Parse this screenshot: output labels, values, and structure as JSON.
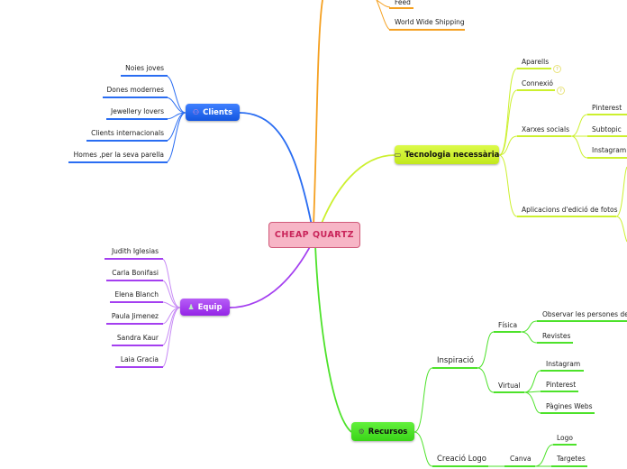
{
  "central": "CHEAP QUARTZ",
  "colors": {
    "clients": "#2a6df2",
    "equip": "#a43ff0",
    "tecnologia": "#ccf02e",
    "recursos": "#4de22a",
    "orange": "#f5a020"
  },
  "top_branch": {
    "items": [
      "Feed",
      "World Wide Shipping"
    ]
  },
  "clients": {
    "label": "Clients",
    "icon": "people-icon",
    "items": [
      "Noies joves",
      "Dones modernes",
      "Jewellery lovers",
      "Clients internacionals",
      "Homes ,per la seva parella"
    ]
  },
  "equip": {
    "label": "Equip",
    "icon": "person-icon",
    "items": [
      "Judith Iglesias",
      "Carla Bonifasi",
      "Elena Blanch",
      "Paula Jimenez",
      "Sandra Kaur",
      "Laia Gracia"
    ]
  },
  "tecnologia": {
    "label": "Tecnologia necessària",
    "icon": "computer-icon",
    "items": [
      "Aparells",
      "Connexió",
      "Xarxes socials",
      "Aplicacions d'edició de fotos"
    ],
    "xarxes": [
      "Pinterest",
      "Subtopic",
      "Instagram"
    ]
  },
  "recursos": {
    "label": "Recursos",
    "icon": "gear-icon",
    "inspiracio": "Inspiració",
    "fisica": "Física",
    "fisica_items": [
      "Observar les persones del",
      "Revistes"
    ],
    "virtual": "Virtual",
    "virtual_items": [
      "Instagram",
      "Pinterest",
      "Pàgines Webs"
    ],
    "creacio": "Creació Logo",
    "canva": "Canva",
    "canva_items": [
      "Logo",
      "Targetes"
    ]
  }
}
